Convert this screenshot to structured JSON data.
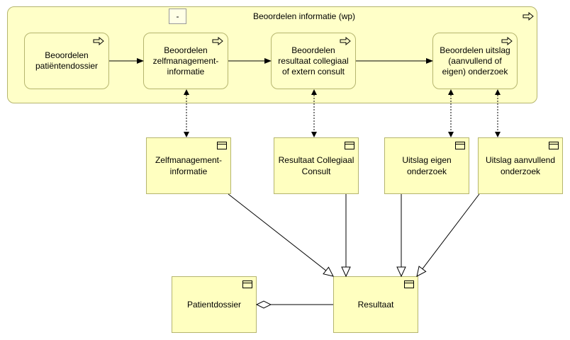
{
  "group": {
    "title": "Beoordelen informatie (wp)",
    "collapse_label": "-"
  },
  "processes": [
    {
      "id": "p1",
      "label": "Beoordelen patiëntendossier"
    },
    {
      "id": "p2",
      "label": "Beoordelen zelfmanagement-informatie"
    },
    {
      "id": "p3",
      "label": "Beoordelen resultaat collegiaal of extern consult"
    },
    {
      "id": "p4",
      "label": "Beoordelen uitslag (aanvullend of eigen) onderzoek"
    }
  ],
  "objects": [
    {
      "id": "o1",
      "label": "Zelfmanagement-informatie"
    },
    {
      "id": "o2",
      "label": "Resultaat Collegiaal Consult"
    },
    {
      "id": "o3",
      "label": "Uitslag eigen onderzoek"
    },
    {
      "id": "o4",
      "label": "Uitslag aanvullend onderzoek"
    },
    {
      "id": "o5",
      "label": "Patientdossier"
    },
    {
      "id": "o6",
      "label": "Resultaat"
    }
  ],
  "icons": {
    "process": "process-arrow-icon",
    "object": "business-object-icon"
  },
  "colors": {
    "fill": "#ffffc8",
    "border": "#b5b56e",
    "line": "#000000"
  }
}
